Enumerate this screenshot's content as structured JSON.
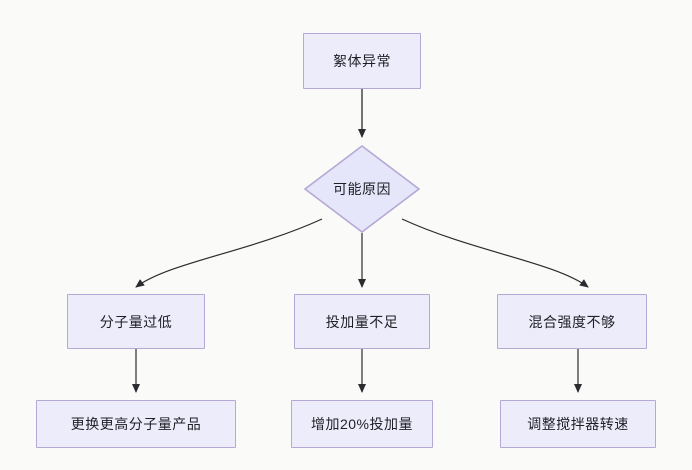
{
  "diagram": {
    "type": "flowchart",
    "direction": "top-down",
    "background_color": "#fafaf9",
    "node_fill_color": "#ececfb",
    "node_border_color": "#b5a8d5",
    "edge_color": "#333333",
    "nodes": [
      {
        "id": "start",
        "shape": "rectangle",
        "label": "絮体异常"
      },
      {
        "id": "cause",
        "shape": "diamond",
        "label": "可能原因"
      },
      {
        "id": "cause1",
        "shape": "rectangle",
        "label": "分子量过低"
      },
      {
        "id": "cause2",
        "shape": "rectangle",
        "label": "投加量不足"
      },
      {
        "id": "cause3",
        "shape": "rectangle",
        "label": "混合强度不够"
      },
      {
        "id": "action1",
        "shape": "rectangle",
        "label": "更换更高分子量产品"
      },
      {
        "id": "action2",
        "shape": "rectangle",
        "label": "增加20%投加量"
      },
      {
        "id": "action3",
        "shape": "rectangle",
        "label": "调整搅拌器转速"
      }
    ],
    "edges": [
      {
        "from": "start",
        "to": "cause",
        "style": "straight-arrow"
      },
      {
        "from": "cause",
        "to": "cause1",
        "style": "curved-arrow"
      },
      {
        "from": "cause",
        "to": "cause2",
        "style": "straight-arrow"
      },
      {
        "from": "cause",
        "to": "cause3",
        "style": "curved-arrow"
      },
      {
        "from": "cause1",
        "to": "action1",
        "style": "straight-arrow"
      },
      {
        "from": "cause2",
        "to": "action2",
        "style": "straight-arrow"
      },
      {
        "from": "cause3",
        "to": "action3",
        "style": "straight-arrow"
      }
    ]
  }
}
